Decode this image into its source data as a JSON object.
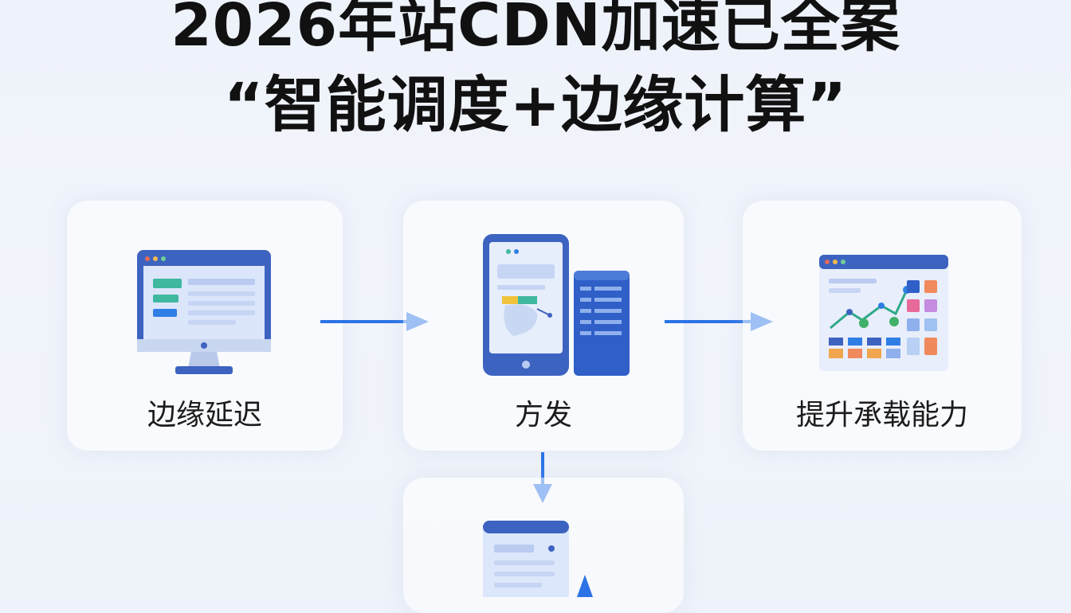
{
  "title": {
    "line1": "2026年站CDN加速已全案",
    "line2": "“智能调度+边缘计算”"
  },
  "steps": [
    {
      "label": "边缘延迟",
      "icon": "desktop-monitor-icon"
    },
    {
      "label": "方发",
      "icon": "mobile-devices-icon"
    },
    {
      "label": "提升承载能力",
      "icon": "dashboard-chart-icon"
    },
    {
      "label": "",
      "icon": "document-upload-icon"
    }
  ],
  "colors": {
    "accent": "#2b73e6",
    "device_dark": "#3a64c4",
    "device_light": "#dbe6fb"
  }
}
